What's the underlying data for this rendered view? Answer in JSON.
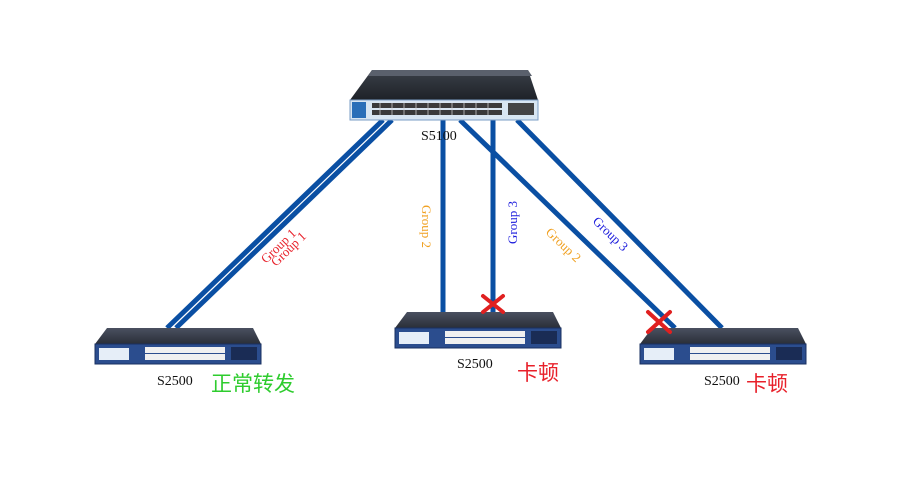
{
  "colors": {
    "link": "#0a4fa3",
    "group1": "#e8202a",
    "group2": "#f0a020",
    "group3": "#1a1adc",
    "ok": "#2ecc2e",
    "fault": "#e8202a",
    "fault_mark": "#e02020"
  },
  "devices": {
    "core": {
      "label": "S5100",
      "icon": "core-switch-icon"
    },
    "left": {
      "label": "S2500",
      "icon": "access-switch-icon",
      "status": "正常转发"
    },
    "middle": {
      "label": "S2500",
      "icon": "access-switch-icon",
      "status": "卡顿"
    },
    "right": {
      "label": "S2500",
      "icon": "access-switch-icon",
      "status": "卡顿"
    }
  },
  "links": {
    "g1a": "Group 1",
    "g1b": "Group 1",
    "g2_mid": "Group 2",
    "g3_mid": "Group 3",
    "g2_right": "Group 2",
    "g3_right": "Group 3"
  },
  "faults": [
    "fault-mark-icon",
    "fault-mark-icon"
  ]
}
